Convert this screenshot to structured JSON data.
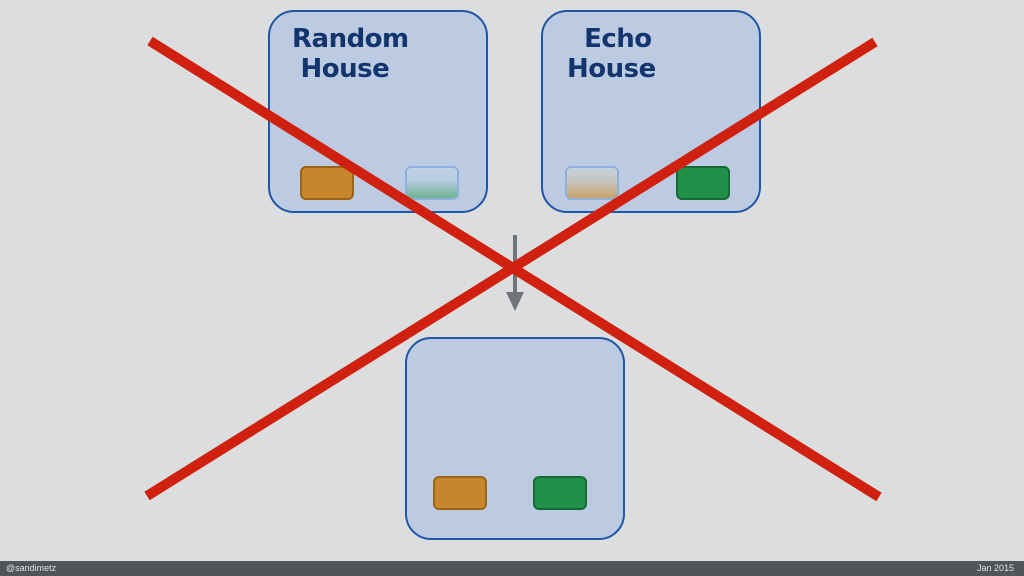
{
  "boxes": {
    "random_house": {
      "title": "Random\n House"
    },
    "echo_house": {
      "title": "  Echo\nHouse"
    }
  },
  "footer": {
    "handle": "@sandimetz",
    "date": "Jan 2015"
  },
  "colors": {
    "background": "#dcdddf",
    "box_fill": "#bccbe1",
    "box_border": "#1f56a6",
    "title_text": "#13356e",
    "orange_chip": "#c8862c",
    "green_chip": "#21914a",
    "cross_out": "#d0200f",
    "arrow": "#707478",
    "footer_bar": "#505559"
  }
}
